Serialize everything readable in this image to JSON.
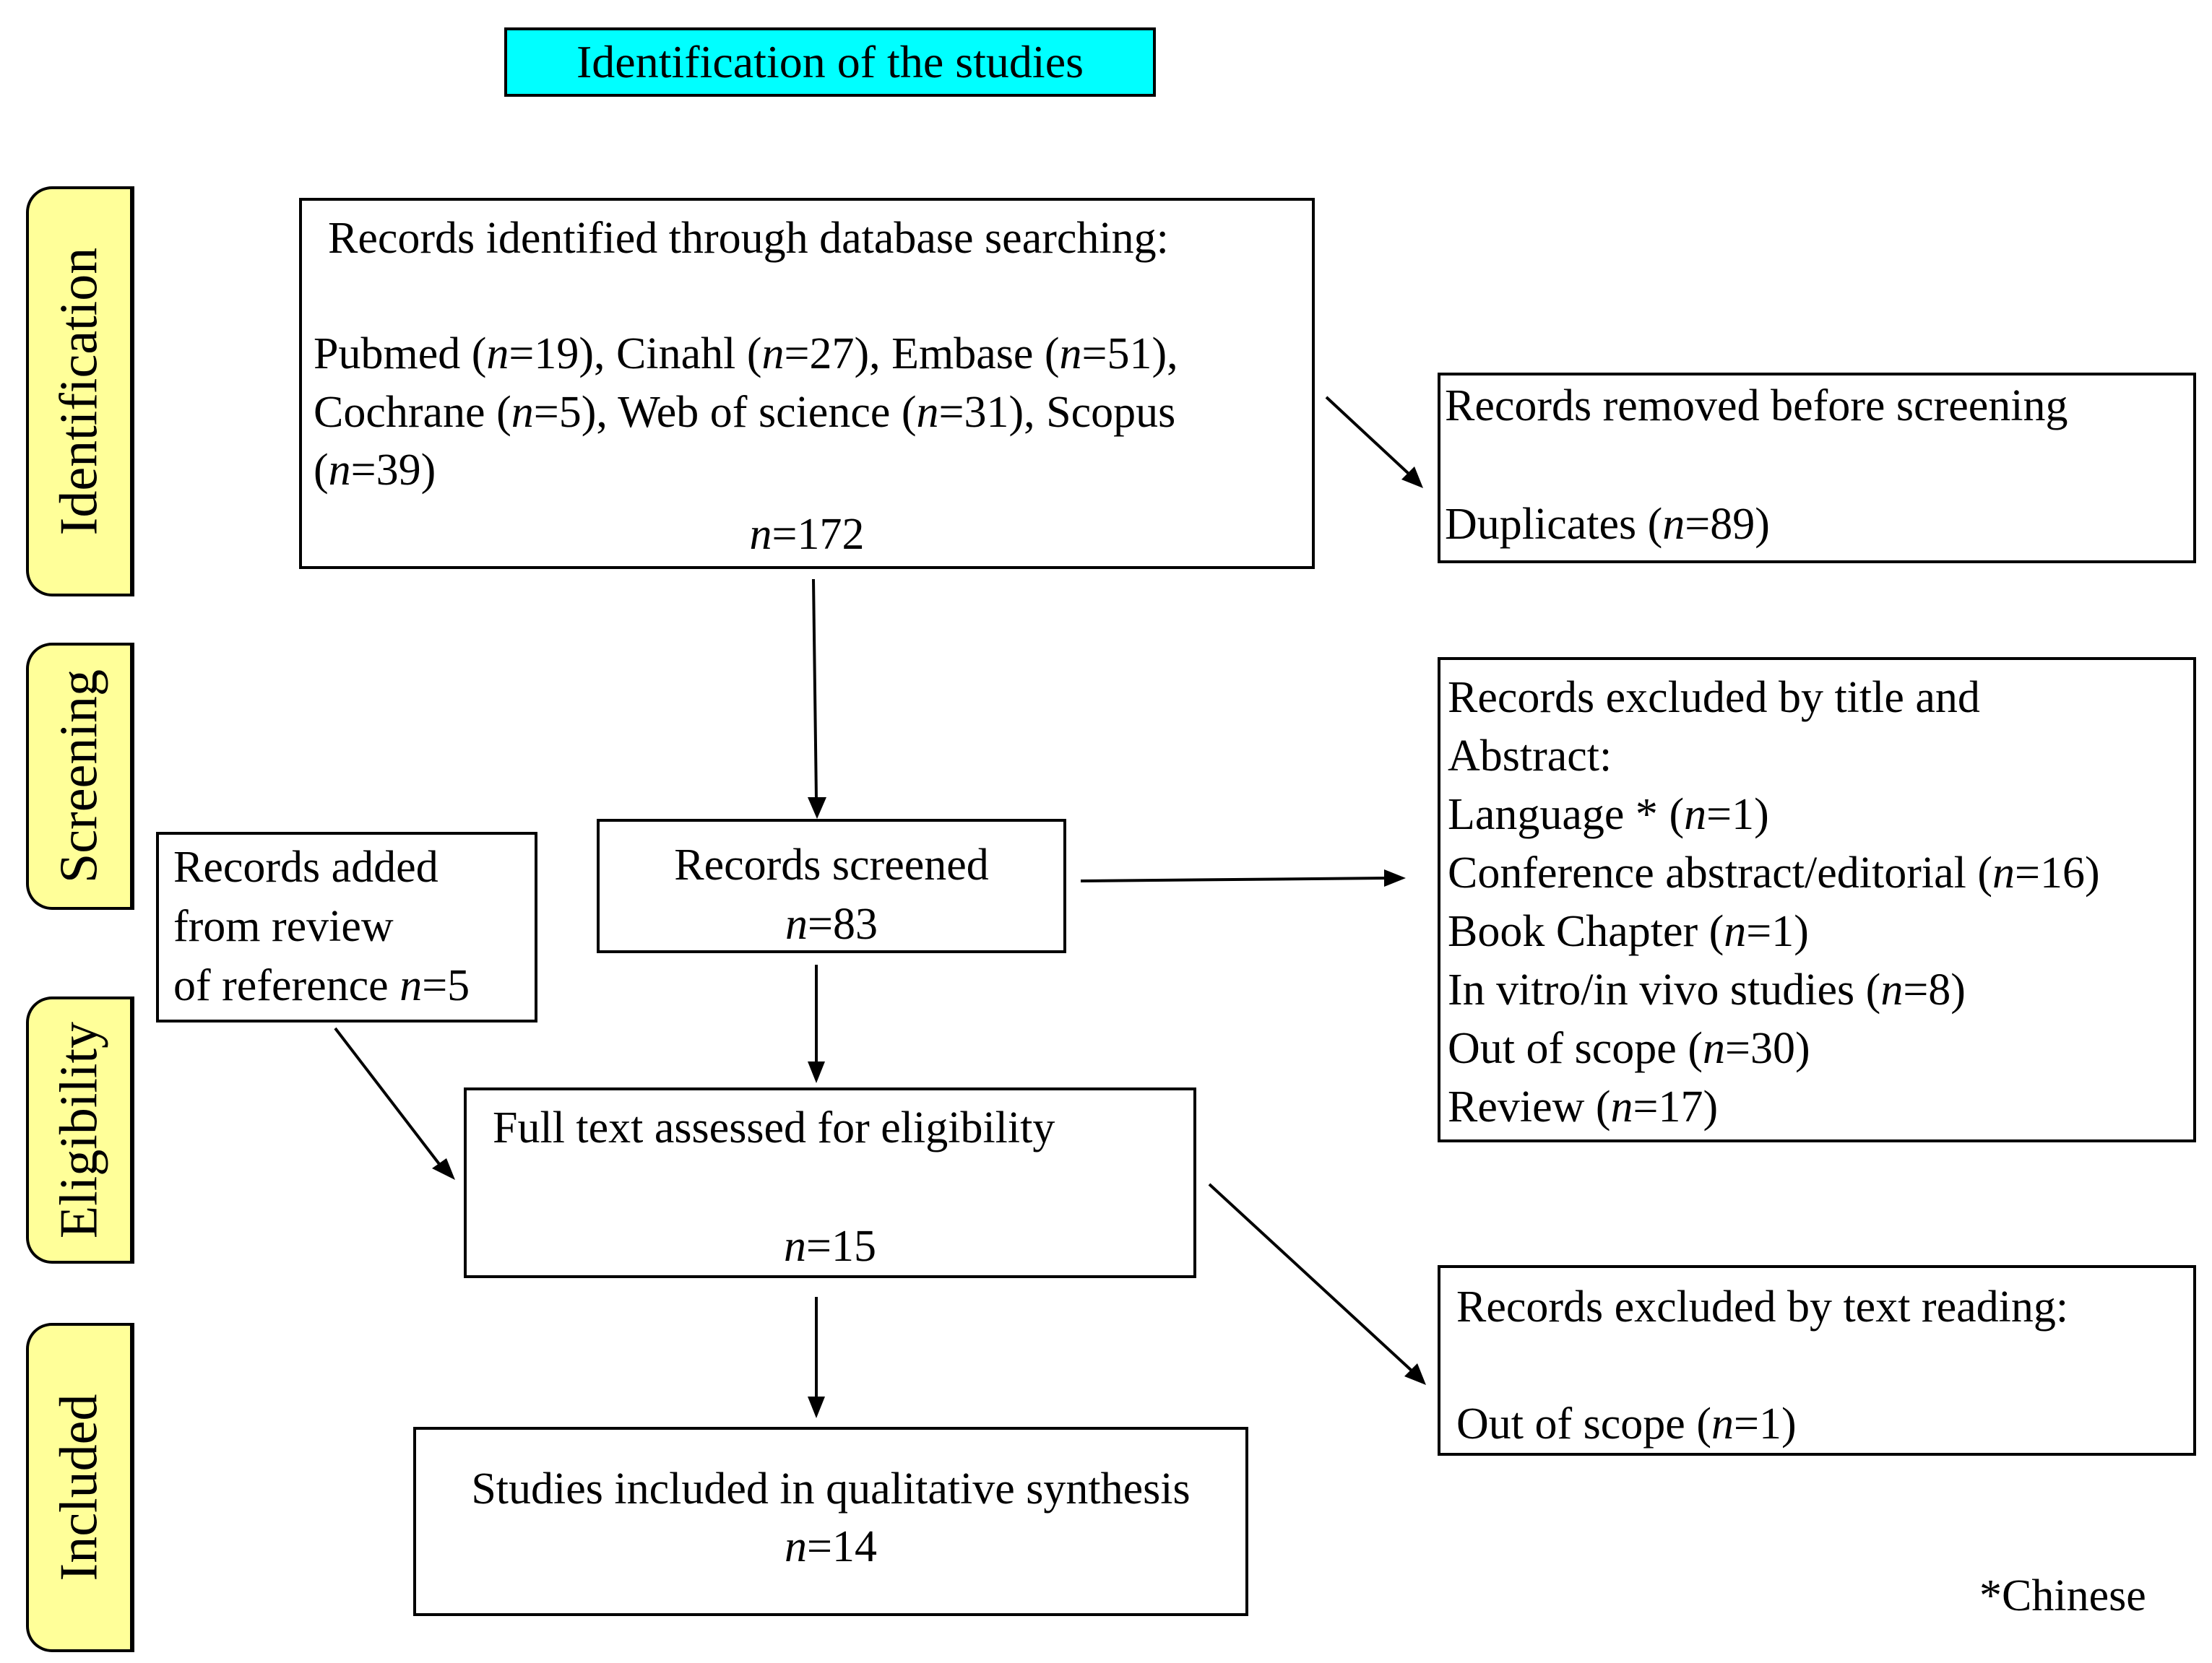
{
  "title": "Identification of the studies",
  "phases": {
    "identification": "Identification",
    "screening": "Screening",
    "eligibility": "Eligibility",
    "included": "Included"
  },
  "identified": {
    "heading": "Records identified through database searching:",
    "sources": [
      {
        "name": "Pubmed",
        "n": "19"
      },
      {
        "name": "Cinahl",
        "n": "27"
      },
      {
        "name": "Embase",
        "n": "51"
      },
      {
        "name": "Cochrane",
        "n": "5"
      },
      {
        "name": "Web of science",
        "n": "31"
      },
      {
        "name": "Scopus",
        "n": "39"
      }
    ],
    "total": "172"
  },
  "removed": {
    "heading": "Records removed before screening",
    "duplicates_label": "Duplicates",
    "duplicates_n": "89"
  },
  "screened": {
    "label": "Records screened",
    "n": "83"
  },
  "excluded_title": {
    "heading_line1": "Records excluded by title and",
    "heading_line2": "Abstract:",
    "reasons": [
      {
        "label": "Language *",
        "n": "1"
      },
      {
        "label": "Conference abstract/editorial",
        "n": "16"
      },
      {
        "label": "Book Chapter",
        "n": "1"
      },
      {
        "label": "In vitro/in vivo studies",
        "n": "8"
      },
      {
        "label": "Out of scope",
        "n": "30"
      },
      {
        "label": "Review",
        "n": "17"
      }
    ]
  },
  "added": {
    "line1": "Records added",
    "line2": "from review",
    "line3": "of reference",
    "n": "5"
  },
  "fulltext": {
    "label": "Full text assessed for eligibility",
    "n": "15"
  },
  "excluded_text": {
    "heading": "Records excluded by text reading:",
    "reason_label": "Out of scope",
    "reason_n": "1"
  },
  "included": {
    "label": "Studies included in qualitative synthesis",
    "n": "14"
  },
  "footnote": "*Chinese",
  "colors": {
    "title_fill": "#00ffff",
    "phase_fill": "#ffff99"
  }
}
